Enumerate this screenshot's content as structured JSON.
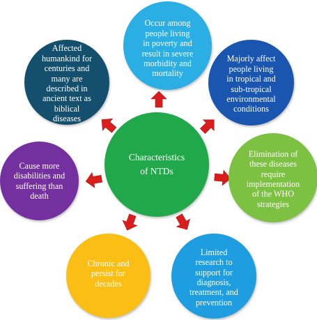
{
  "diagram": {
    "center": {
      "label": "Characteristics\nof NTDs",
      "color": "#21a84a"
    },
    "nodes": {
      "top": {
        "label": "Occur among\npeople living\nin poverty and\nresult in severe\nmorbidity and\nmortality",
        "color": "#2aaee3"
      },
      "top_right": {
        "label": "Majorly affect\npeople living\nin tropical and\nsub-tropical\nenvironmental\nconditions",
        "color": "#1a56b0"
      },
      "right": {
        "label": "Elimination of\nthese diseases\nrequire\nimplementation\nof the WHO\nstrategies",
        "color": "#7dc142"
      },
      "bottom_right": {
        "label": "Limited\nresearch to\nsupport for\ndiagnosis,\ntreatment, and\nprevention",
        "color": "#1e9de0"
      },
      "bottom_left": {
        "label": "Chronic and\npersist for\ndecades",
        "color": "#fbbe14"
      },
      "left": {
        "label": "Cause more\ndisabilities and\nsuffering than\ndeath",
        "color": "#7530a0"
      },
      "top_left": {
        "label": "Affected\nhumankind for\ncenturies and\nmany are\ndescribed in\nancient text as\nbiblical\ndiseases",
        "color": "#14506e"
      }
    },
    "arrow_color": "#d91c1c"
  }
}
